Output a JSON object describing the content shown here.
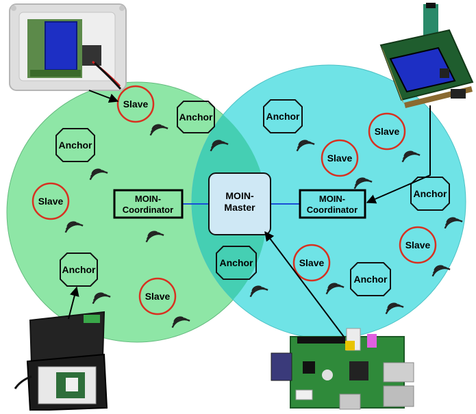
{
  "colors": {
    "left_zone": "#8ee6a6",
    "right_zone": "#6fe3e6",
    "overlap": "#45cfb3",
    "slave_ring": "#d83020",
    "master_fill": "#cfe8f5",
    "link": "#1a4fd6"
  },
  "labels": {
    "slave": "Slave",
    "anchor": "Anchor",
    "coordinator_line1": "MOIN-",
    "coordinator_line2": "Coordinator",
    "master_line1": "MOIN-",
    "master_line2": "Master"
  },
  "photos": {
    "top_left": "lcd-node-in-white-case-photo",
    "top_right": "stacked-lcd-board-photo",
    "bottom_left": "black-case-node-photo",
    "bottom_right": "raspberry-pi-board-photo"
  }
}
